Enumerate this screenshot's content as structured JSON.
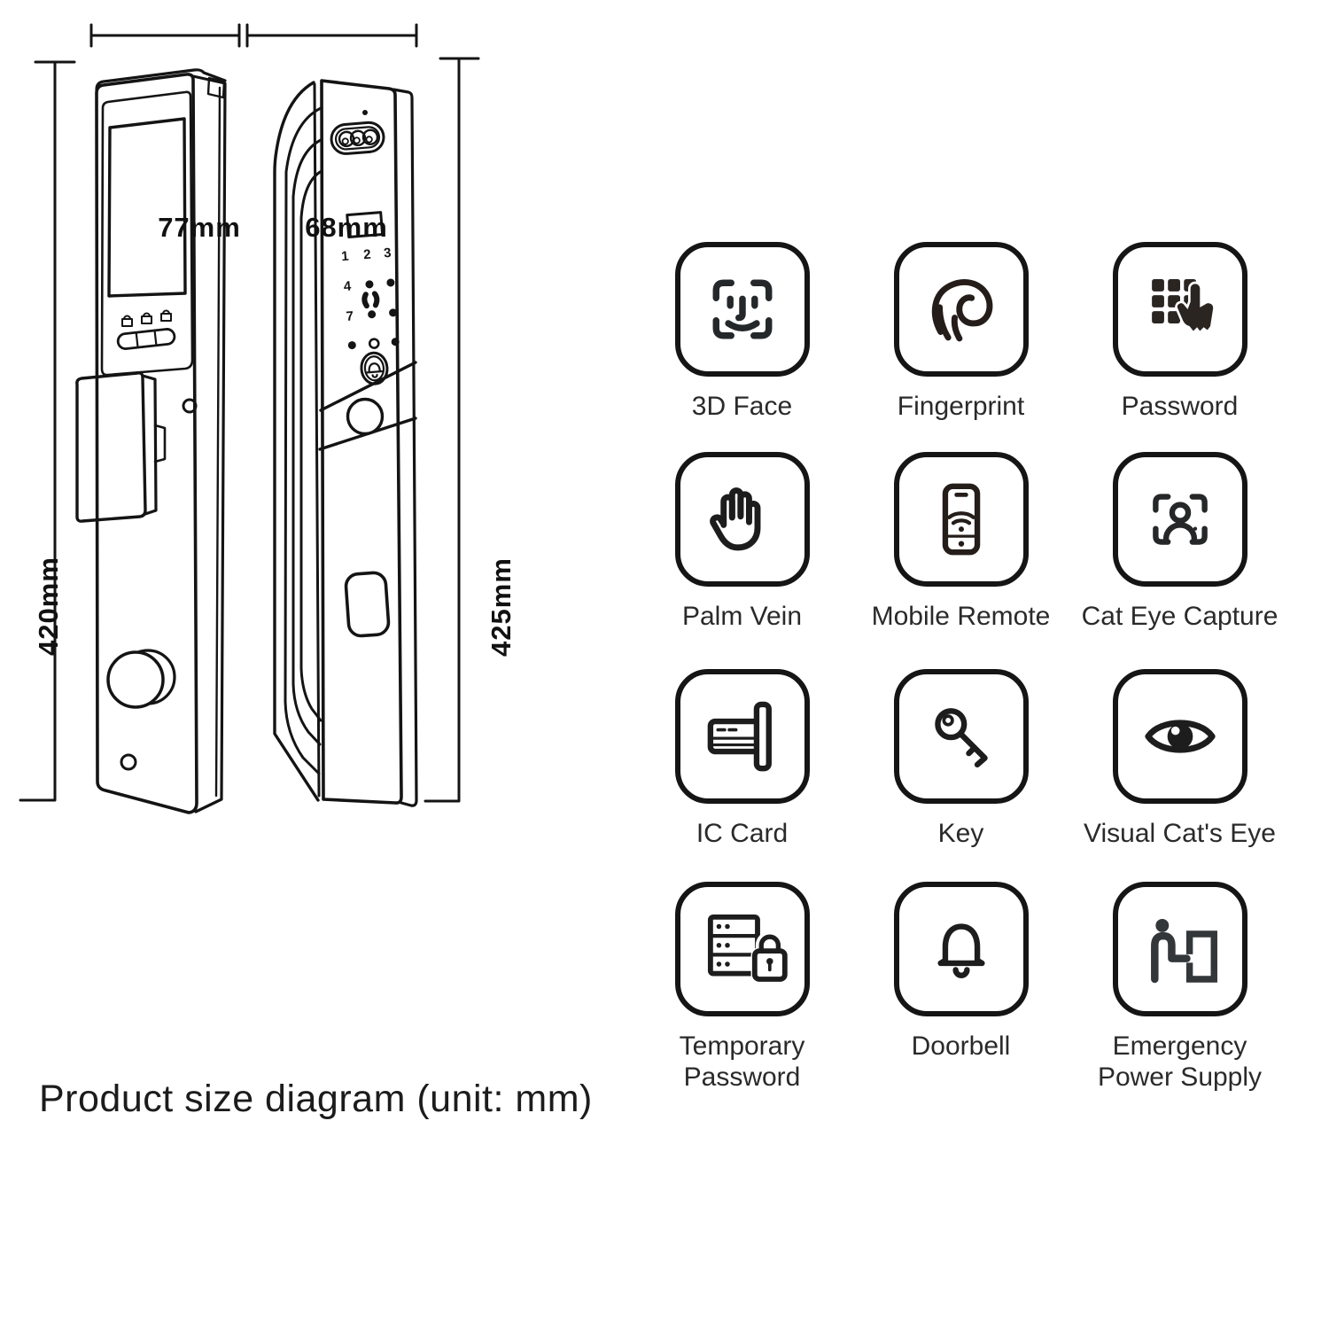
{
  "diagram": {
    "caption": "Product size diagram (unit: mm)",
    "dimensions": {
      "front_width": "77mm",
      "side_width": "68mm",
      "front_height": "420mm",
      "side_height": "425mm"
    },
    "keypad_digits": [
      "1",
      "2",
      "3",
      "4",
      "7"
    ],
    "views": [
      "back-panel",
      "front-panel"
    ]
  },
  "features": {
    "items": [
      {
        "label": "3D Face",
        "icon": "face-id-icon"
      },
      {
        "label": "Fingerprint",
        "icon": "fingerprint-icon"
      },
      {
        "label": "Password",
        "icon": "keypad-password-icon"
      },
      {
        "label": "Palm Vein",
        "icon": "palm-icon"
      },
      {
        "label": "Mobile Remote",
        "icon": "mobile-remote-icon"
      },
      {
        "label": "Cat Eye Capture",
        "icon": "cat-eye-capture-icon"
      },
      {
        "label": "IC Card",
        "icon": "ic-card-icon"
      },
      {
        "label": "Key",
        "icon": "key-icon"
      },
      {
        "label": "Visual Cat's Eye",
        "icon": "visual-cats-eye-icon"
      },
      {
        "label": "Temporary Password",
        "icon": "temporary-password-icon"
      },
      {
        "label": "Doorbell",
        "icon": "doorbell-icon"
      },
      {
        "label": "Emergency Power Supply",
        "icon": "emergency-power-icon"
      }
    ]
  },
  "colors": {
    "line": "#141414",
    "text": "#2a2a2a",
    "background": "#ffffff"
  }
}
